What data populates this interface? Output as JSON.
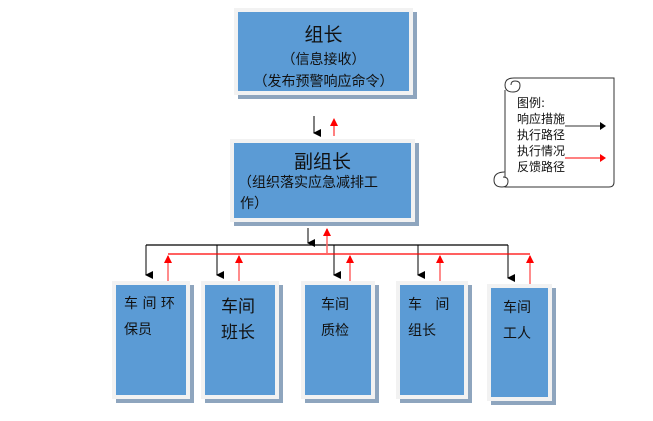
{
  "colors": {
    "box_fill": "#5b9bd5",
    "box_frame": "#f2f2f2",
    "box_shadow": "#8ea5be",
    "command_arrow": "#000000",
    "feedback_arrow": "#ff0000"
  },
  "leader": {
    "title": "组长",
    "line1": "（信息接收）",
    "line2": "（发布预警响应命令）"
  },
  "deputy": {
    "title": "副组长",
    "line1": "（组织落实应急减排工",
    "line2": "作）"
  },
  "members": [
    {
      "line1": "车 间 环",
      "line2": "保员"
    },
    {
      "line1": "车间",
      "line2": "班长"
    },
    {
      "line1": "车间",
      "line2": "质检"
    },
    {
      "line1": "车   间",
      "line2": "组长"
    },
    {
      "line1": "车间",
      "line2": "工人"
    }
  ],
  "legend": {
    "title": "图例:",
    "command_label_1": "响应措施",
    "command_label_2": "执行路径",
    "feedback_label_1": "执行情况",
    "feedback_label_2": "反馈路径"
  }
}
